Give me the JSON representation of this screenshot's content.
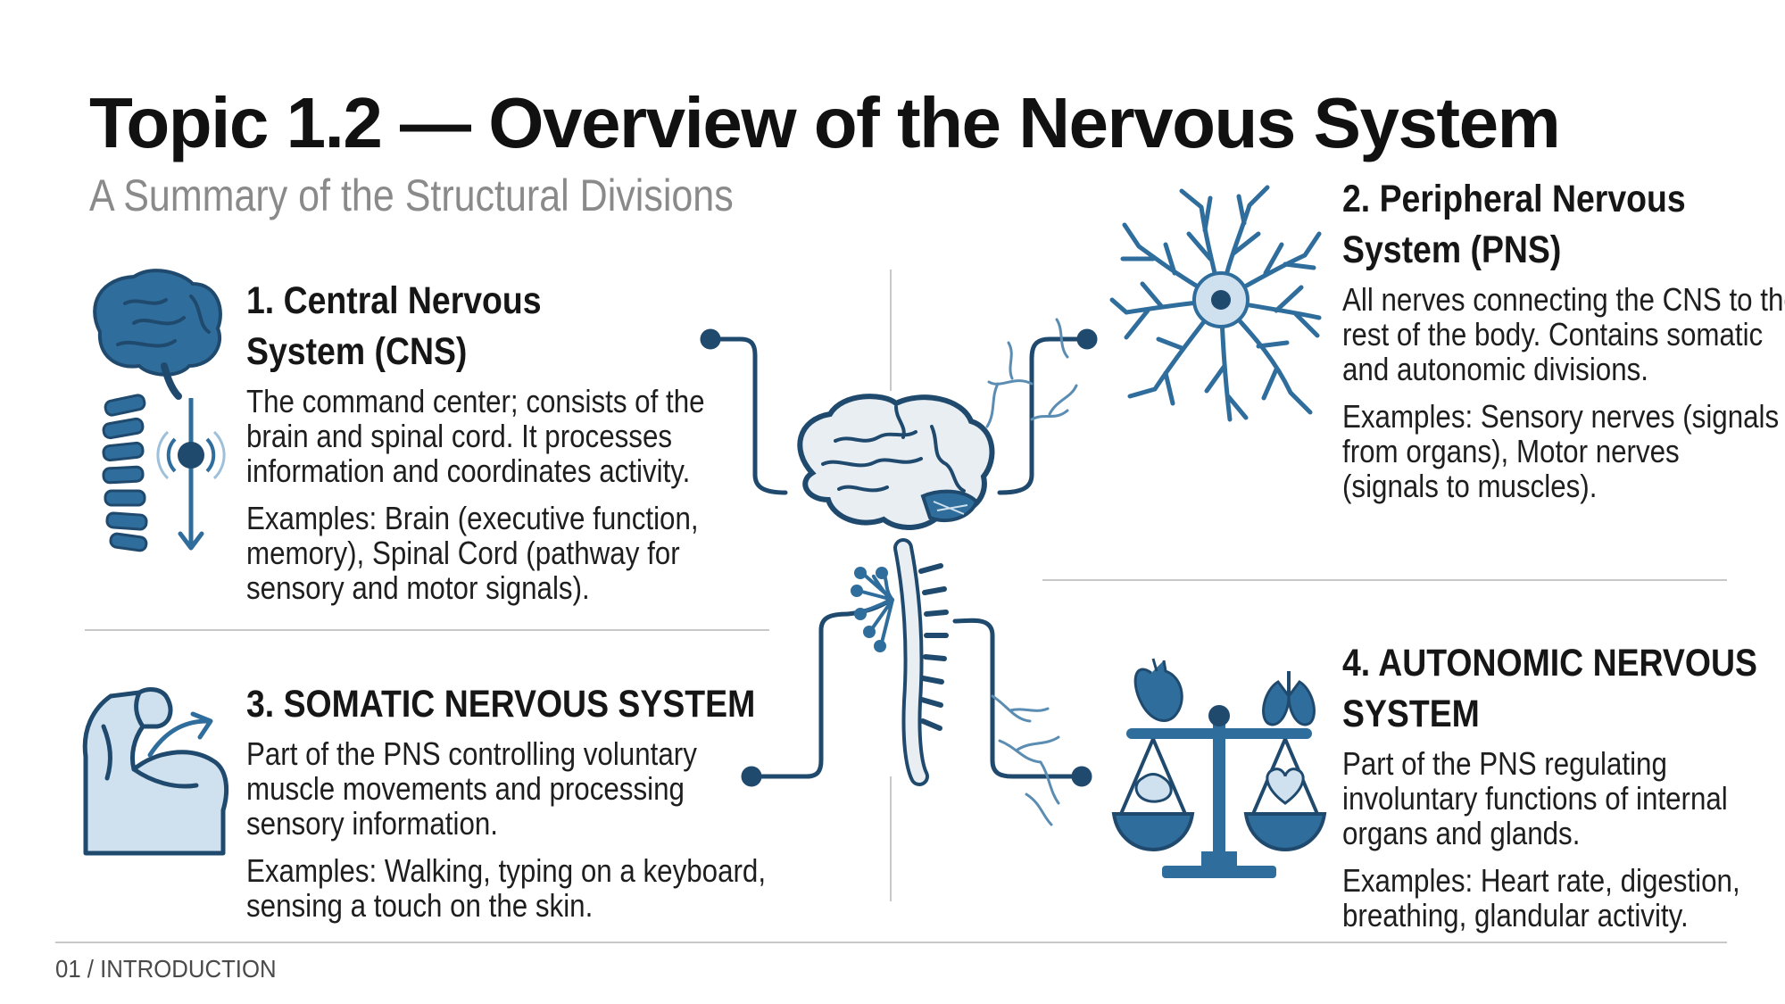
{
  "header": {
    "title": "Topic 1.2 — Overview of the Nervous System",
    "subtitle": "A Summary of the Structural Divisions"
  },
  "sections": [
    {
      "title_lines": [
        "1. Central Nervous",
        "System (CNS)"
      ],
      "desc_lines": [
        "The command center; consists of the",
        "brain and spinal cord. It processes",
        "information and coordinates activity."
      ],
      "example_lines": [
        "Examples: Brain (executive function,",
        "memory), Spinal Cord (pathway for",
        "sensory and motor signals)."
      ]
    },
    {
      "title_lines": [
        "2. Peripheral Nervous",
        "System (PNS)"
      ],
      "desc_lines": [
        "All nerves connecting the CNS to the",
        "rest of the body. Contains somatic",
        "and autonomic divisions."
      ],
      "example_lines": [
        "Examples: Sensory nerves (signals",
        "from organs), Motor nerves",
        "(signals to muscles)."
      ]
    },
    {
      "title_lines": [
        "3. SOMATIC NERVOUS SYSTEM"
      ],
      "desc_lines": [
        "Part of the PNS controlling voluntary",
        "muscle movements and processing",
        "sensory information."
      ],
      "example_lines": [
        "Examples: Walking, typing on a keyboard,",
        "sensing a touch on the skin."
      ]
    },
    {
      "title_lines": [
        "4. AUTONOMIC NERVOUS",
        "SYSTEM"
      ],
      "desc_lines": [
        "Part of the PNS regulating",
        "involuntary functions of internal",
        "organs and glands."
      ],
      "example_lines": [
        "Examples: Heart rate, digestion,",
        "breathing, glandular activity."
      ]
    }
  ],
  "footer": {
    "label": "01 / INTRODUCTION"
  },
  "colors": {
    "accent_blue": "#2f6d9c",
    "dark_navy": "#1f4a6e",
    "light_blue": "#cfe0ee",
    "brain_fill": "#e9eef3",
    "divider": "#c8c8c8"
  },
  "icons": [
    "brain-spine-icon",
    "neuron-icon",
    "flexed-arm-icon",
    "balance-scale-icon",
    "central-brain-spinal-cord-icon"
  ]
}
